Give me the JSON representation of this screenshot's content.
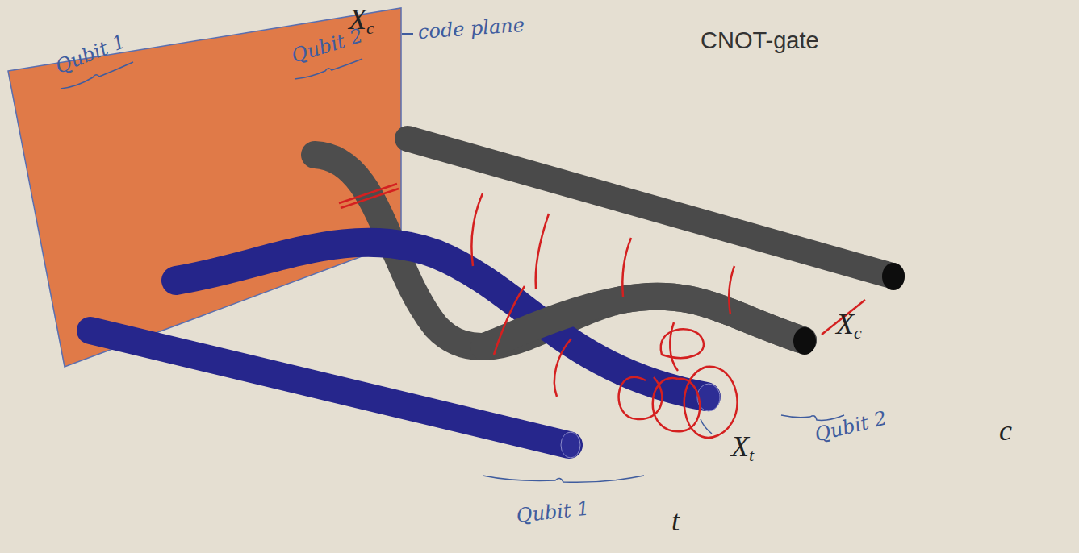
{
  "diagram": {
    "title": "CNOT-gate",
    "labels": [
      "code plane",
      "Qubit 2",
      "Qubit 1",
      "Xc",
      "Xc",
      "Xt",
      "Qubit 2",
      "c",
      "Qubit 1",
      "t"
    ]
  }
}
